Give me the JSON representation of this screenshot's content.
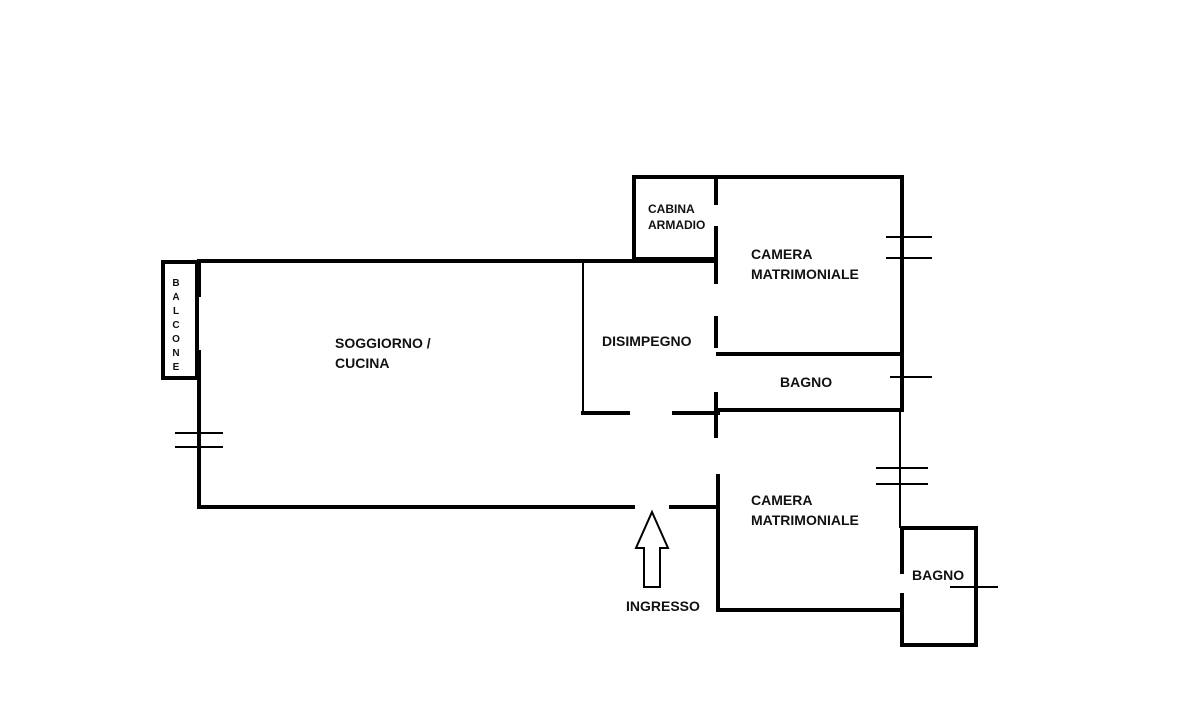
{
  "rooms": {
    "soggiorno_line1": "SOGGIORNO /",
    "soggiorno_line2": "CUCINA",
    "disimpegno": "DISIMPEGNO",
    "cabina_line1": "CABINA",
    "cabina_line2": "ARMADIO",
    "camera1_line1": "CAMERA",
    "camera1_line2": "MATRIMONIALE",
    "bagno1": "BAGNO",
    "camera2_line1": "CAMERA",
    "camera2_line2": "MATRIMONIALE",
    "bagno2": "BAGNO",
    "balcone_letters": [
      "B",
      "A",
      "L",
      "C",
      "O",
      "N",
      "E"
    ],
    "ingresso": "INGRESSO"
  }
}
